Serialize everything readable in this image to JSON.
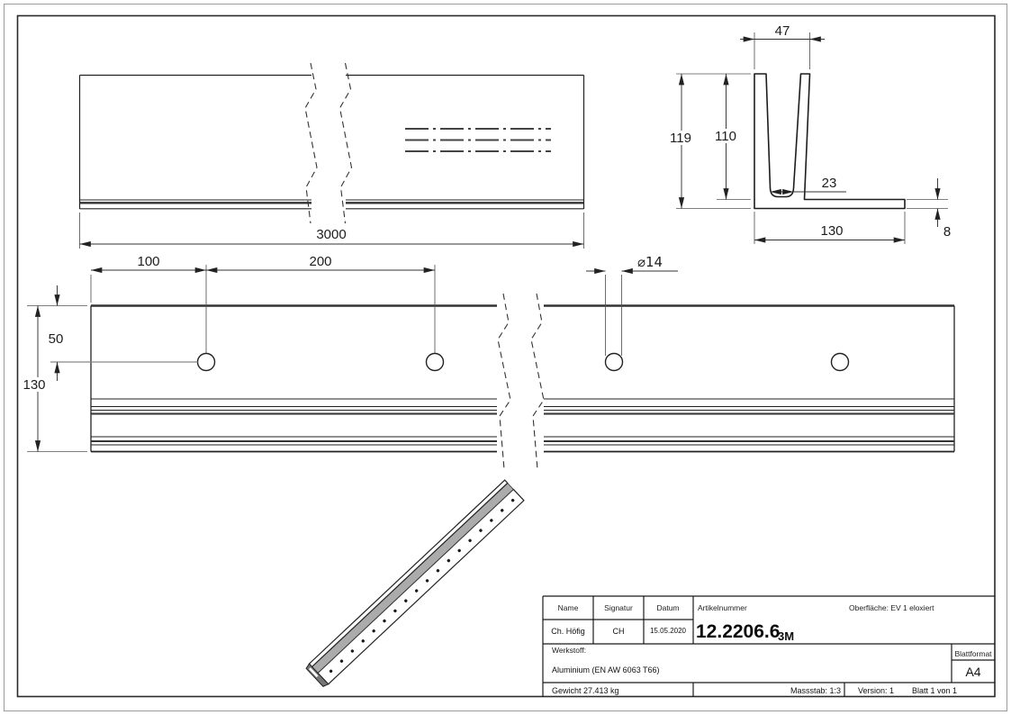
{
  "drawing": {
    "front_view": {
      "length": "3000"
    },
    "section_view": {
      "top_width": "47",
      "total_height": "119",
      "channel_depth": "110",
      "slot_width": "23",
      "base_width": "130",
      "base_thickness": "8"
    },
    "top_view": {
      "edge_to_first_hole": "100",
      "hole_spacing": "200",
      "hole_center_offset": "50",
      "profile_width": "130",
      "hole_diameter": "⌀14"
    }
  },
  "title_block": {
    "name_header": "Name",
    "signatur_header": "Signatur",
    "datum_header": "Datum",
    "name_value": "Ch. Höfig",
    "signatur_value": "CH",
    "datum_value": "15.05.2020",
    "artikelnummer_label": "Artikelnummer",
    "artikelnummer_value": "12.2206.6",
    "artikelnummer_suffix": "3M",
    "oberflaeche": "Oberfläche:  EV 1 eloxiert",
    "werkstoff_label": "Werkstoff:",
    "werkstoff_value": "Aluminium (EN AW 6063 T66)",
    "blattformat_label": "Blattformat",
    "blattformat_value": "A4",
    "gewicht": "Gewicht 27.413 kg",
    "massstab": "Massstab: 1:3",
    "version": "Version: 1",
    "blatt": "Blatt 1 von 1"
  }
}
